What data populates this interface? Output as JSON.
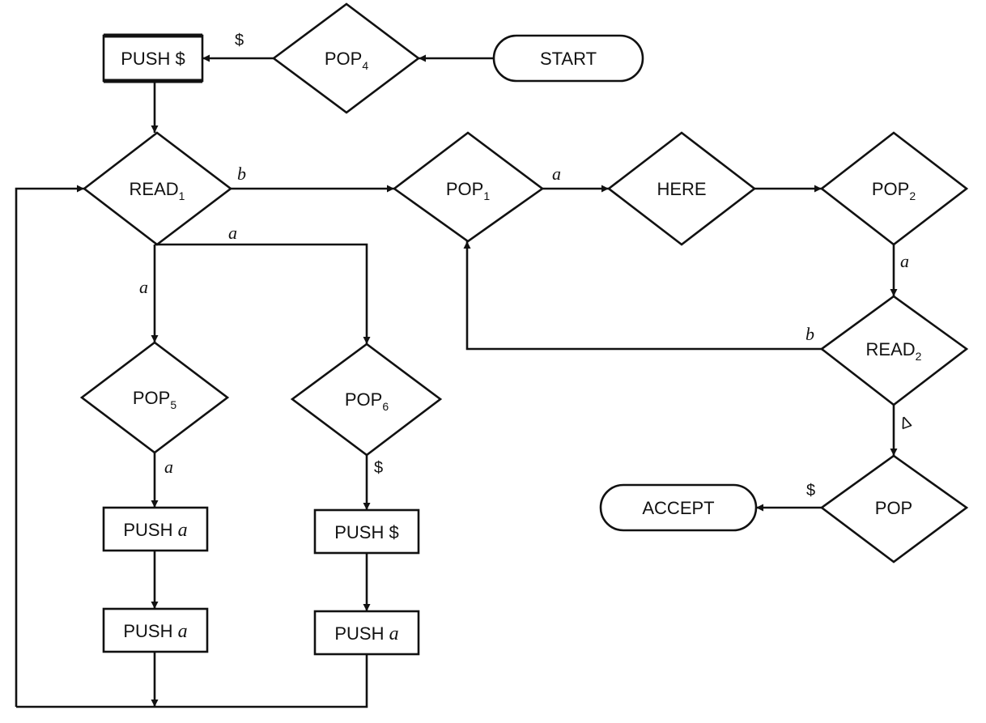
{
  "nodes": {
    "start": {
      "label": "START"
    },
    "pop4": {
      "label": "POP",
      "sub": "4"
    },
    "push_d1": {
      "label": "PUSH $"
    },
    "read1": {
      "label": "READ",
      "sub": "1"
    },
    "pop1": {
      "label": "POP",
      "sub": "1"
    },
    "here": {
      "label": "HERE"
    },
    "pop2": {
      "label": "POP",
      "sub": "2"
    },
    "read2": {
      "label": "READ",
      "sub": "2"
    },
    "pop": {
      "label": "POP"
    },
    "accept": {
      "label": "ACCEPT"
    },
    "pop5": {
      "label": "POP",
      "sub": "5"
    },
    "pop6": {
      "label": "POP",
      "sub": "6"
    },
    "push_a1": {
      "label": "PUSH ",
      "var": "a"
    },
    "push_a2": {
      "label": "PUSH ",
      "var": "a"
    },
    "push_d2": {
      "label": "PUSH $"
    },
    "push_a3": {
      "label": "PUSH ",
      "var": "a"
    }
  },
  "edge_labels": {
    "pop4_push": "$",
    "read1_pop1": "b",
    "read1_branch_top": "a",
    "read1_pop5": "a",
    "pop1_here": "a",
    "pop2_read2": "a",
    "read2_pop1": "b",
    "read2_pop": "Δ",
    "pop_accept": "$",
    "pop5_push": "a",
    "pop6_push": "$"
  }
}
